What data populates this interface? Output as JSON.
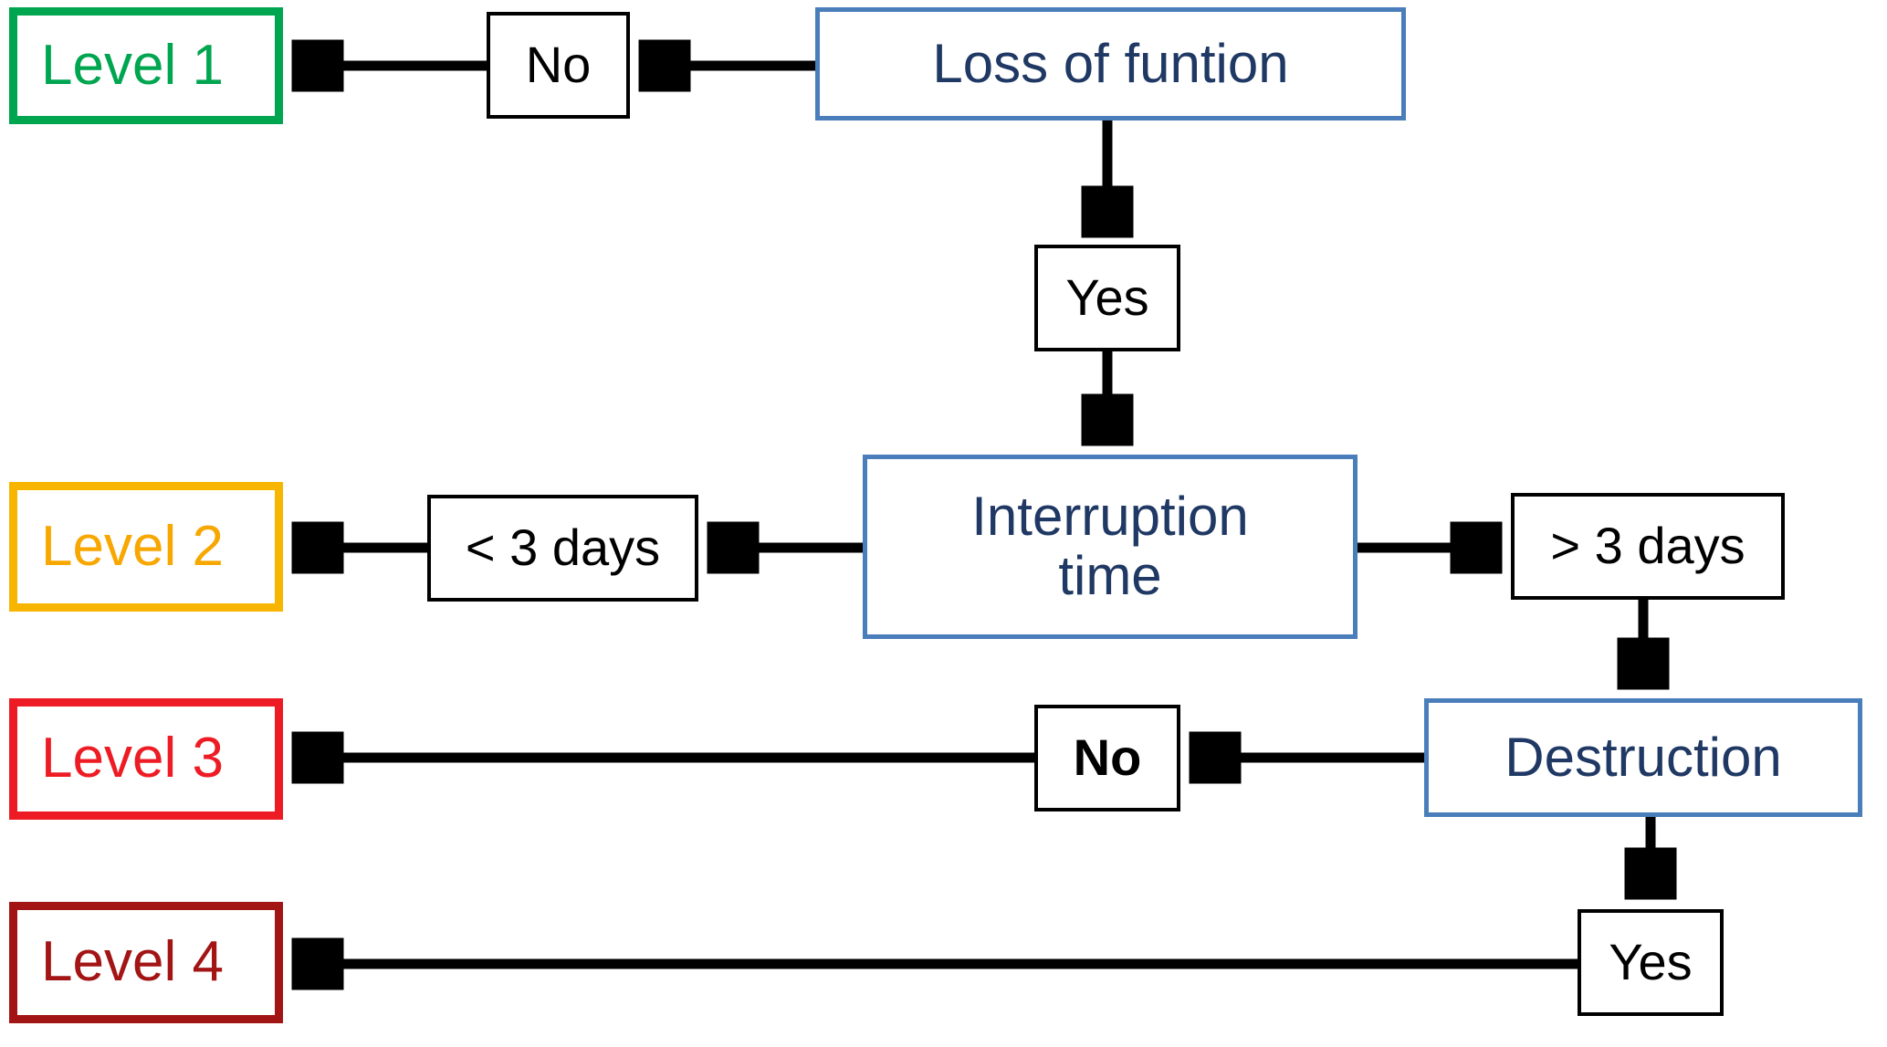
{
  "diagram": {
    "type": "flowchart",
    "title": "Damage level decision flowchart",
    "orientation": "top-down-with-left-outcomes",
    "background": "#ffffff"
  },
  "colors": {
    "level_1": "#00a550",
    "level_2": "#f7b500",
    "level_3": "#ed1c24",
    "level_4": "#a31515",
    "process_border": "#4a7ebb",
    "process_text": "#1f3864",
    "label_border": "#000000",
    "connector": "#000000"
  },
  "nodes": {
    "loss_of_function": {
      "label": "Loss of funtion",
      "kind": "process"
    },
    "interruption_time": {
      "label": "Interruption\ntime",
      "kind": "process"
    },
    "destruction": {
      "label": "Destruction",
      "kind": "process"
    },
    "no_top": {
      "label": "No",
      "kind": "edge-label"
    },
    "yes_top": {
      "label": "Yes",
      "kind": "edge-label"
    },
    "less_3_days": {
      "label": "< 3 days",
      "kind": "edge-label"
    },
    "greater_3_days": {
      "label": "> 3 days",
      "kind": "edge-label"
    },
    "no_destruction": {
      "label": "No",
      "kind": "edge-label"
    },
    "yes_destruction": {
      "label": "Yes",
      "kind": "edge-label"
    },
    "level_1": {
      "label": "Level 1",
      "kind": "outcome"
    },
    "level_2": {
      "label": "Level 2",
      "kind": "outcome"
    },
    "level_3": {
      "label": "Level 3",
      "kind": "outcome"
    },
    "level_4": {
      "label": "Level 4",
      "kind": "outcome"
    }
  },
  "edges": [
    {
      "from": "loss_of_function",
      "via": "no_top",
      "to": "level_1",
      "direction": "left"
    },
    {
      "from": "loss_of_function",
      "via": "yes_top",
      "to": "interruption_time",
      "direction": "down"
    },
    {
      "from": "interruption_time",
      "via": "less_3_days",
      "to": "level_2",
      "direction": "left"
    },
    {
      "from": "interruption_time",
      "via": "greater_3_days",
      "to": "destruction",
      "direction": "right-then-down"
    },
    {
      "from": "destruction",
      "via": "no_destruction",
      "to": "level_3",
      "direction": "left"
    },
    {
      "from": "destruction",
      "via": "yes_destruction",
      "to": "level_4",
      "direction": "down-then-left"
    }
  ]
}
